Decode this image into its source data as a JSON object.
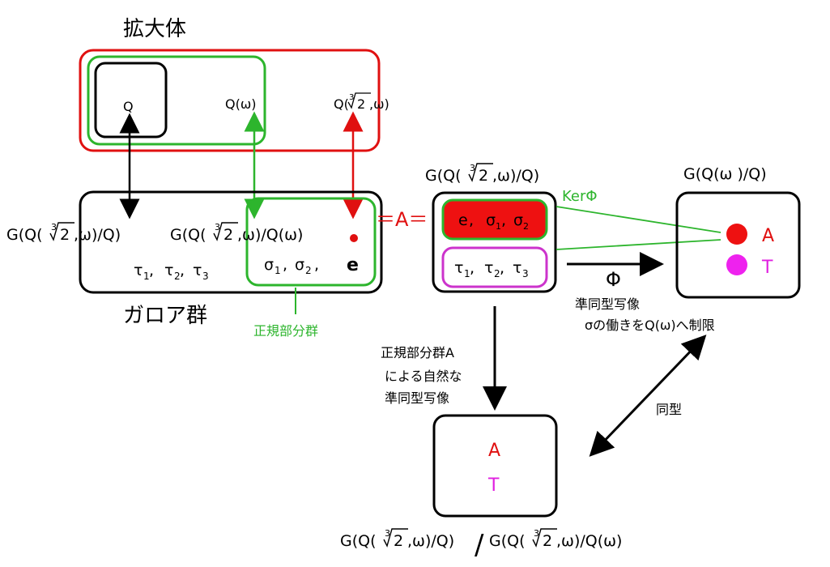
{
  "labels": {
    "extension_field": "拡大体",
    "galois_group": "ガロア群",
    "normal_subgroup": "正規部分群",
    "ker_phi": "KerΦ",
    "phi": "Φ",
    "hom_line1": "準同型写像",
    "hom_line2": "σの働きをQ(ω)へ制限",
    "natural_line1": "正規部分群A",
    "natural_line2": "による自然な",
    "natural_line3": "準同型写像",
    "isomorphic": "同型",
    "equals_a": "＝A＝"
  },
  "fields": {
    "q": "Q",
    "q_omega": "Q(ω)",
    "q_cbrt2_omega_prefix": "Q(",
    "cbrt_index": "3",
    "radicand": "2",
    "q_cbrt2_omega_suffix": ",ω)"
  },
  "groups": {
    "g_full_prefix": "G(Q(",
    "g_full_suffix": ",ω)/Q)",
    "g_over_qomega_suffix": ",ω)/Q(ω)",
    "g_qomega": "G(Q(ω )/Q)",
    "quotient_left_suffix": ",ω)/Q)",
    "quotient_slash": "/",
    "quotient_right_suffix": ",ω)/Q(ω)"
  },
  "elements": {
    "tau": "τ",
    "sigma": "σ",
    "e": "e",
    "sub1": "1",
    "sub2": "2",
    "sub3": "3",
    "comma": ", "
  },
  "cosets": {
    "a": "A",
    "t": "T"
  },
  "colors": {
    "black": "#000000",
    "red": "#e01010",
    "green": "#2db52d",
    "magenta": "#e020e0",
    "red_fill": "#ee1111"
  }
}
